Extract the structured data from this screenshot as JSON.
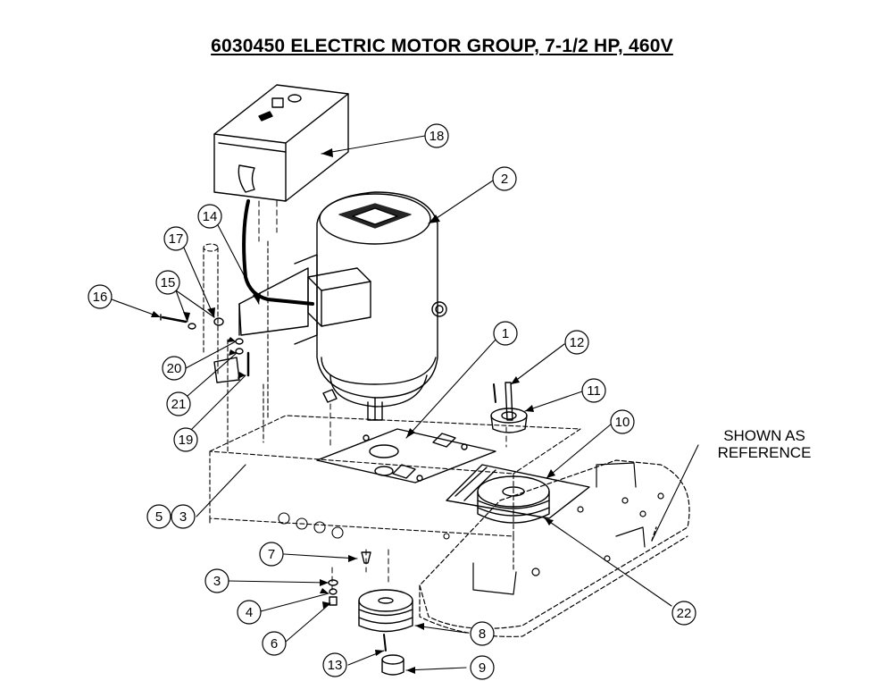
{
  "title": "6030450 ELECTRIC MOTOR GROUP, 7-1/2 HP, 460V",
  "reference_note": {
    "line1": "SHOWN AS",
    "line2": "REFERENCE"
  },
  "callouts": [
    {
      "id": "callout-18",
      "label": "18"
    },
    {
      "id": "callout-2",
      "label": "2"
    },
    {
      "id": "callout-14",
      "label": "14"
    },
    {
      "id": "callout-17",
      "label": "17"
    },
    {
      "id": "callout-15",
      "label": "15"
    },
    {
      "id": "callout-16",
      "label": "16"
    },
    {
      "id": "callout-20",
      "label": "20"
    },
    {
      "id": "callout-21",
      "label": "21"
    },
    {
      "id": "callout-19",
      "label": "19"
    },
    {
      "id": "callout-1",
      "label": "1"
    },
    {
      "id": "callout-12",
      "label": "12"
    },
    {
      "id": "callout-11",
      "label": "11"
    },
    {
      "id": "callout-10",
      "label": "10"
    },
    {
      "id": "callout-5",
      "label": "5"
    },
    {
      "id": "callout-3a",
      "label": "3"
    },
    {
      "id": "callout-7",
      "label": "7"
    },
    {
      "id": "callout-3b",
      "label": "3"
    },
    {
      "id": "callout-4",
      "label": "4"
    },
    {
      "id": "callout-6",
      "label": "6"
    },
    {
      "id": "callout-8",
      "label": "8"
    },
    {
      "id": "callout-13",
      "label": "13"
    },
    {
      "id": "callout-9",
      "label": "9"
    },
    {
      "id": "callout-22",
      "label": "22"
    }
  ]
}
